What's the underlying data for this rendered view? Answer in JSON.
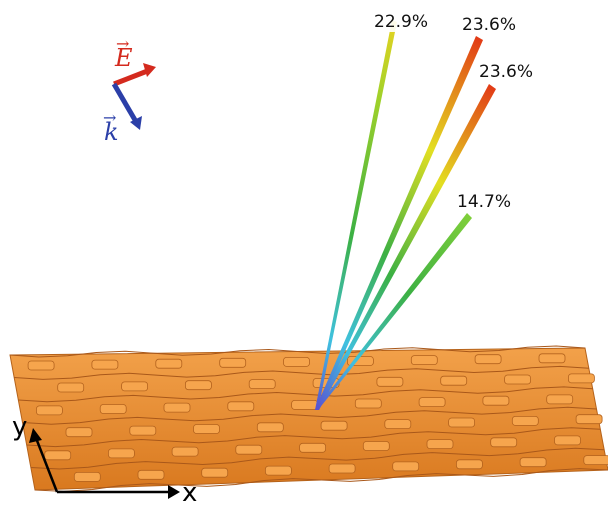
{
  "beam_labels": [
    "22.9%",
    "23.6%",
    "23.6%",
    "14.7%"
  ],
  "field_vectors": {
    "E": {
      "symbol": "E",
      "color": "#d42a1e"
    },
    "k": {
      "symbol": "k",
      "color": "#2b3fa8"
    }
  },
  "axes": {
    "x": "x",
    "y": "y"
  },
  "colors": {
    "surface": "#e8892b",
    "surface_dark": "#b5621a",
    "beam_base": "#5a4fd0",
    "beam_mid": "#3fc1e0",
    "beam_green": "#3cb043",
    "beam_yellow": "#e3df21",
    "beam_tip": "#e23a16"
  }
}
